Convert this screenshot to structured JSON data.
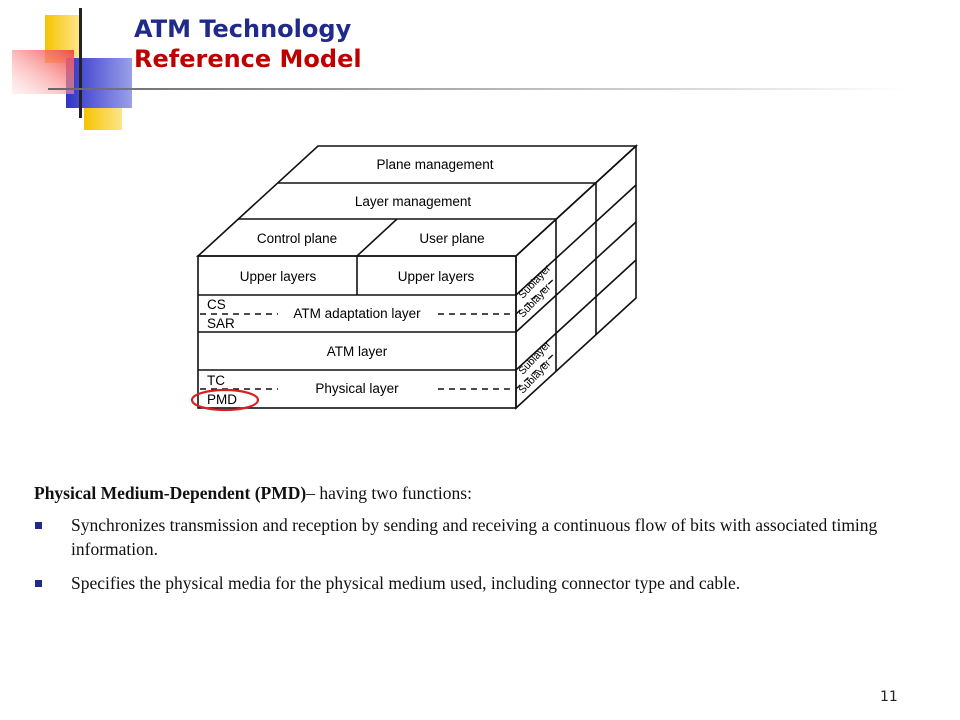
{
  "slide": {
    "title_line1": "ATM Technology",
    "title_line2": "Reference Model",
    "page_number": "11"
  },
  "diagram": {
    "plane_management": "Plane management",
    "layer_management": "Layer management",
    "control_plane": "Control plane",
    "user_plane": "User plane",
    "upper_layers_left": "Upper layers",
    "upper_layers_right": "Upper layers",
    "cs": "CS",
    "sar": "SAR",
    "atm_adaptation_layer": "ATM adaptation layer",
    "atm_layer": "ATM layer",
    "tc": "TC",
    "pmd": "PMD",
    "physical_layer": "Physical layer",
    "sublayer_aal_top": "Sublayer",
    "sublayer_aal_bottom": "Sublayer",
    "sublayer_phy_top": "Sublayer",
    "sublayer_phy_bottom": "Sublayer",
    "highlight_color": "#d92020"
  },
  "content": {
    "intro_bold": "Physical Medium-Dependent (PMD)",
    "intro_rest": "– having two functions:",
    "bullets": [
      "Synchronizes transmission and reception by sending and receiving a continuous flow of bits with associated timing information.",
      "Specifies the physical media for the physical medium used, including connector type and cable."
    ]
  },
  "colors": {
    "title_primary": "#1f2a8a",
    "title_secondary": "#c00000",
    "bullet": "#1f2a8a",
    "deco_yellow": "#f5c400",
    "deco_blue": "#2f33c8",
    "deco_red": "#f04a4a"
  }
}
